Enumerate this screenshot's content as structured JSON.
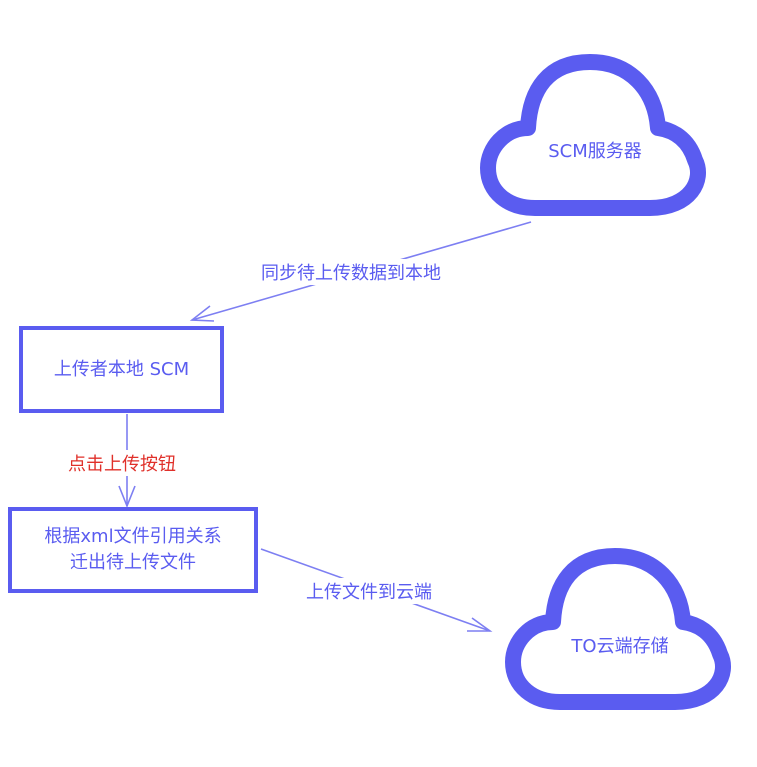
{
  "colors": {
    "primary": "#5a5cf0",
    "text": "#5a5cf0",
    "edge": "#7d7ff2",
    "highlight_label": "#e0302a",
    "background": "#ffffff"
  },
  "nodes": {
    "scm_server": {
      "shape": "cloud",
      "label": "SCM服务器"
    },
    "local_scm": {
      "shape": "rectangle",
      "label": "上传者本地 SCM"
    },
    "migrate_files": {
      "shape": "rectangle",
      "label_line1": "根据xml文件引用关系",
      "label_line2": "迁出待上传文件"
    },
    "cloud_storage": {
      "shape": "cloud",
      "label": "TO云端存储"
    }
  },
  "edges": {
    "sync": {
      "from": "scm_server",
      "to": "local_scm",
      "label": "同步待上传数据到本地"
    },
    "click_upload": {
      "from": "local_scm",
      "to": "migrate_files",
      "label": "点击上传按钮"
    },
    "upload": {
      "from": "migrate_files",
      "to": "cloud_storage",
      "label": "上传文件到云端"
    }
  }
}
